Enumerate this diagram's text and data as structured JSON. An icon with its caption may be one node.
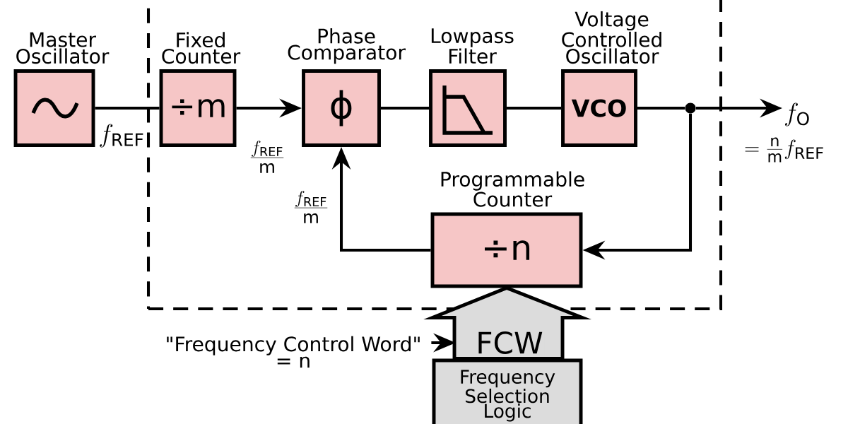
{
  "diagram": {
    "nodes": [
      {
        "text": [],
        "shape": "box"
      },
      {
        "text": [
          "Master Oscillator"
        ]
      },
      {
        "text": [
          "Fixed Counter",
          "÷m"
        ],
        "in": 0
      },
      {
        "text": [
          "Phase Comparator",
          "ϕ"
        ],
        "in": 0
      },
      {
        "text": [
          "Lowpass Filter"
        ],
        "in": 0
      },
      {
        "text": [
          "Voltage Controlled Oscillator",
          "VCO"
        ],
        "in": 0
      },
      {
        "text": [],
        "shape": "circle",
        "in": 0
      },
      {
        "text": [
          "Programmable Counter",
          "÷n"
        ],
        "in": 0
      },
      {
        "text": [
          "Frequency Selection Logic"
        ]
      },
      {
        "text": [
          "f_{\\mathrm{O}}"
        ],
        "beside": [
          "=\\frac{\\mathrm{n}}{\\mathrm{m}}f_{\\mathrm{REF}}"
        ]
      },
      {
        "text": [
          "\"Frequency Control Word\" = n"
        ]
      }
    ],
    "edges": [
      {
        "from": 1,
        "to": 2,
        "arrow": "none",
        "label": "f_{\\mathrm{REF}}"
      },
      {
        "from": 2,
        "to": 3,
        "arrow": "to",
        "label": "\\frac{f_{\\mathrm{REF}}}{\\mathrm{m}}"
      },
      {
        "from": 3,
        "to": 4,
        "arrow": "none"
      },
      {
        "from": 4,
        "to": 5,
        "arrow": "none"
      },
      {
        "from": 5,
        "to": 6,
        "arrow": "none"
      },
      {
        "from": 6,
        "to": 9,
        "arrow": "to"
      },
      {
        "from": 6,
        "to": 7,
        "arrow": "to"
      },
      {
        "from": 7,
        "to": 3,
        "arrow": "to",
        "label": "\\frac{f_{\\mathrm{REF}}}{\\mathrm{m}}"
      },
      {
        "from": 8,
        "to": 7,
        "arrow": "to",
        "style": "thick",
        "label": "FCW"
      },
      {
        "from": 10,
        "to": null,
        "arrow": "to"
      }
    ]
  }
}
